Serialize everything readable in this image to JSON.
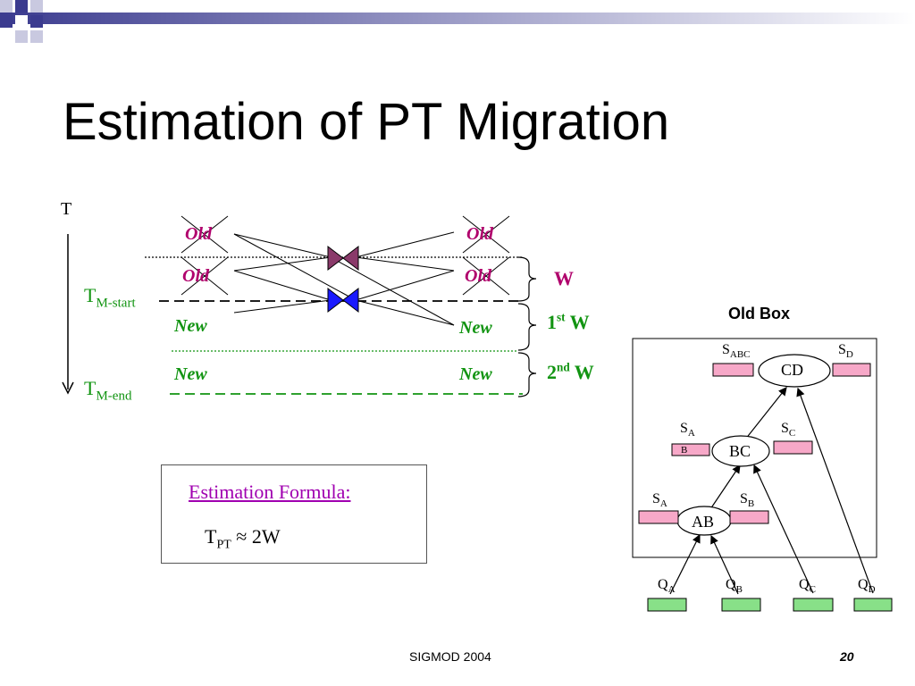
{
  "slide": {
    "title": "Estimation of PT Migration",
    "footer": "SIGMOD 2004",
    "page_number": "20"
  },
  "timeline": {
    "axis_label": "T",
    "t_start": {
      "main": "T",
      "sub": "M-start"
    },
    "t_end": {
      "main": "T",
      "sub": "M-end"
    },
    "old_label": "Old",
    "new_label": "New",
    "windows": {
      "w": "W",
      "first": {
        "num": "1",
        "sup": "st",
        "tail": " W"
      },
      "second": {
        "num": "2",
        "sup": "nd",
        "tail": " W"
      }
    }
  },
  "formula": {
    "title": "Estimation Formula:",
    "lhs": "T",
    "lhs_sub": "PT",
    "rhs": " ≈ 2W"
  },
  "old_box": {
    "title": "Old Box",
    "nodes": {
      "cd": "CD",
      "bc": "BC",
      "ab": "AB"
    },
    "states": {
      "sabc": {
        "main": "S",
        "sub": "ABC"
      },
      "sd": {
        "main": "S",
        "sub": "D"
      },
      "sab": {
        "main": "S",
        "sub1": "A",
        "sub2": "B"
      },
      "sc": {
        "main": "S",
        "sub": "C"
      },
      "sa": {
        "main": "S",
        "sub": "A"
      },
      "sb": {
        "main": "S",
        "sub": "B"
      }
    },
    "queues": {
      "qa": {
        "main": "Q",
        "sub": "A"
      },
      "qb": {
        "main": "Q",
        "sub": "B"
      },
      "qc": {
        "main": "Q",
        "sub": "C"
      },
      "qd": {
        "main": "Q",
        "sub": "D"
      }
    }
  },
  "colors": {
    "header_dark": "#3b3b8f",
    "header_light": "#b8b8d8",
    "old": "#b0006c",
    "new": "#129412",
    "state_fill": "#f7a8c8",
    "queue_fill": "#88e088",
    "tuple_old": "#8a3a6a",
    "tuple_new": "#1a1aff"
  }
}
